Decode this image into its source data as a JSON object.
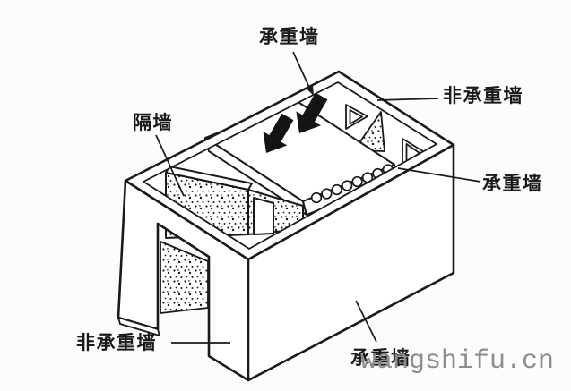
{
  "page": {
    "background_color": "#fcfcfa",
    "line_color": "#1a1a1a"
  },
  "diagram": {
    "type": "isometric-building-wall-diagram",
    "labels": [
      {
        "id": "load-bearing-wall-top",
        "text": "承重墙"
      },
      {
        "id": "non-load-bearing-wall-top-right",
        "text": "非承重墙"
      },
      {
        "id": "partition-wall-left",
        "text": "隔墙"
      },
      {
        "id": "load-bearing-wall-right",
        "text": "承重墙"
      },
      {
        "id": "non-load-bearing-wall-bottom-left",
        "text": "非承重墙"
      },
      {
        "id": "load-bearing-wall-bottom",
        "text": "承重墙"
      }
    ],
    "watermark": {
      "text": "wangshifu.cn",
      "color": "#8d8d8d"
    }
  }
}
